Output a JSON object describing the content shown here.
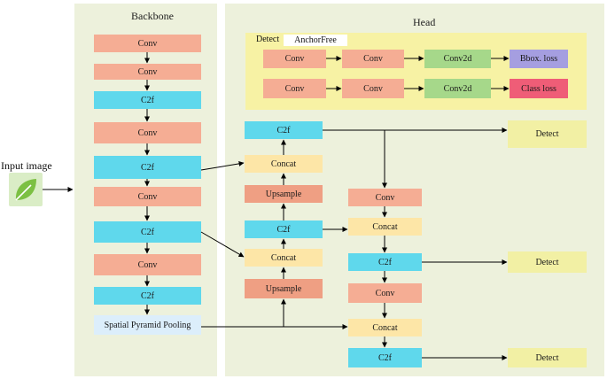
{
  "input": {
    "label": "Input image",
    "icon": "leaf-icon"
  },
  "backbone": {
    "title": "Backbone",
    "blocks": [
      "Conv",
      "Conv",
      "C2f",
      "Conv",
      "C2f",
      "Conv",
      "C2f",
      "Conv",
      "C2f",
      "Spatial Pyramid Pooling"
    ]
  },
  "head": {
    "title": "Head",
    "detect_block": {
      "label": "Detect",
      "tag": "AnchorFree",
      "rows": [
        [
          "Conv",
          "Conv",
          "Conv2d",
          "Bbox. loss"
        ],
        [
          "Conv",
          "Conv",
          "Conv2d",
          "Class loss"
        ]
      ]
    },
    "neck_left": [
      "C2f",
      "Concat",
      "Upsample",
      "C2f",
      "Concat",
      "Upsample"
    ],
    "neck_right": [
      "Conv",
      "Concat",
      "C2f",
      "Conv",
      "Concat",
      "C2f"
    ],
    "outputs": [
      "Detect",
      "Detect",
      "Detect"
    ]
  },
  "colors": {
    "conv": "#f5ad94",
    "c2f": "#5fd8ec",
    "concat": "#fde6a7",
    "upsample": "#ef9f83",
    "spp": "#dceefb",
    "conv2d": "#a6d88a",
    "bbox_loss": "#a59ee0",
    "class_loss": "#ef5d77",
    "detect": "#f2f0a4",
    "panel": "#edf1dc"
  }
}
